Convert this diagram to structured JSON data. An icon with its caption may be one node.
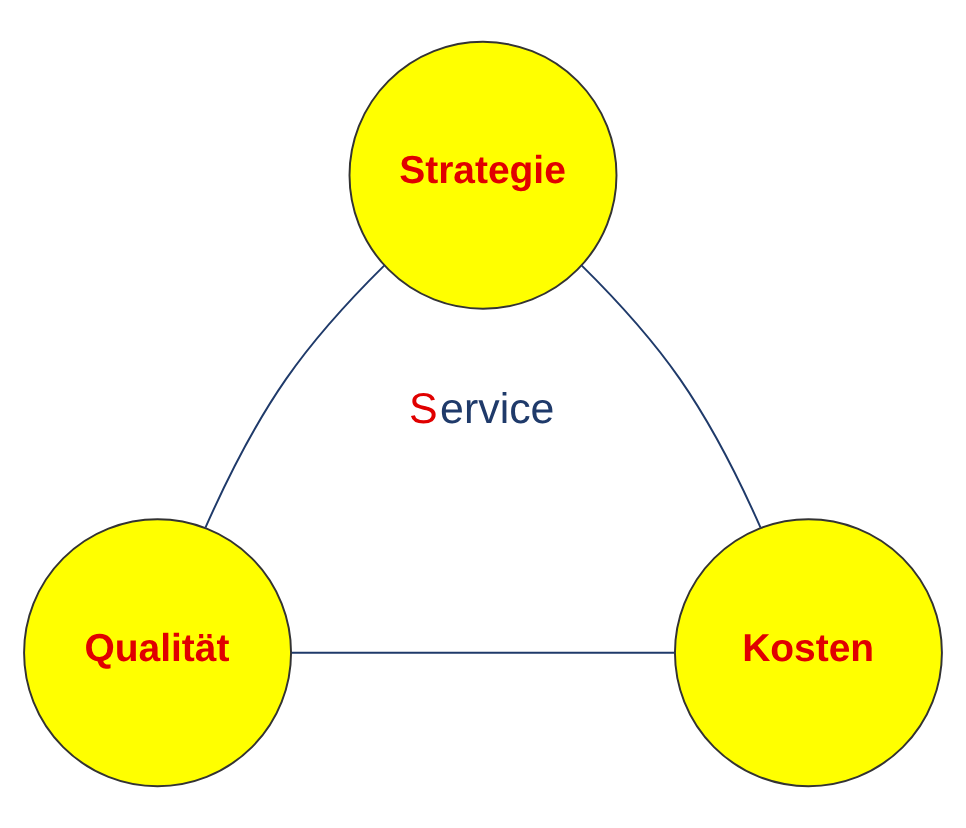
{
  "diagram": {
    "nodes": [
      {
        "text": [
          "Strategie"
        ]
      },
      {
        "text": [
          "Qualität"
        ]
      },
      {
        "text": [
          "Kosten"
        ]
      }
    ],
    "edges": [
      {
        "from": 0,
        "to": 1,
        "arrow": "none"
      },
      {
        "from": 0,
        "to": 2,
        "arrow": "none"
      },
      {
        "from": 1,
        "to": 2,
        "arrow": "none"
      }
    ],
    "labels": [
      "Service"
    ]
  }
}
